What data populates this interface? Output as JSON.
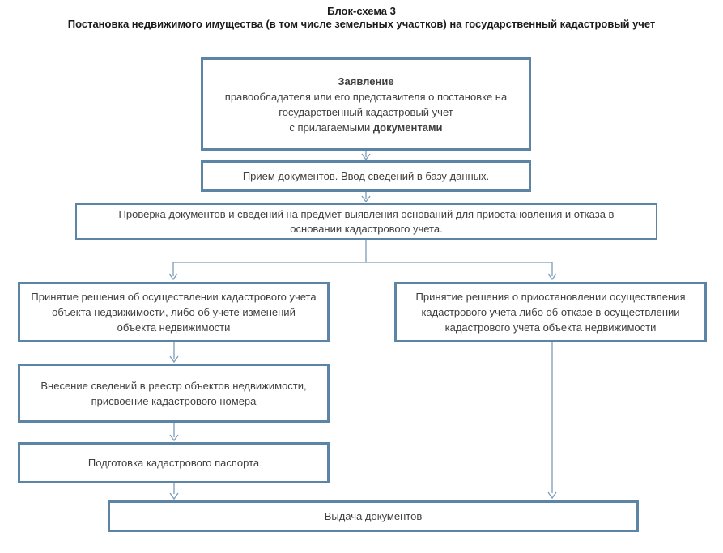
{
  "page": {
    "title_line1": "Блок-схема 3",
    "title_line2": "Постановка недвижимого имущества (в том числе земельных участков) на государственный кадастровый учет"
  },
  "flowchart": {
    "application": {
      "heading": "Заявление",
      "body_lines": [
        "правообладателя или его представителя о постановке на",
        "государственный кадастровый учет"
      ],
      "footer_normal": "с прилагаемыми ",
      "footer_bold": "документами"
    },
    "reception": "Прием документов. Ввод сведений в базу данных.",
    "verification_lines": [
      "Проверка документов и сведений на предмет выявления оснований для приостановления и отказа в",
      "основании кадастрового учета."
    ],
    "decision_registration_lines": [
      "Принятие решения об осуществлении кадастрового учета",
      "объекта недвижимости, либо об учете изменений",
      "объекта недвижимости"
    ],
    "decision_suspension_lines": [
      "Принятие решения о приостановлении осуществления",
      "кадастрового учета либо об отказе в осуществлении",
      "кадастрового учета объекта недвижимости"
    ],
    "registry_entry_lines": [
      "Внесение сведений в реестр объектов недвижимости,",
      "присвоение кадастрового номера"
    ],
    "passport_preparation": "Подготовка кадастрового паспорта",
    "document_issuance": "Выдача документов"
  },
  "colors": {
    "box_border": "#5b84a5",
    "connector": "#7d9cba",
    "text": "#3f3f3f",
    "title_text": "#1a1a1a"
  }
}
